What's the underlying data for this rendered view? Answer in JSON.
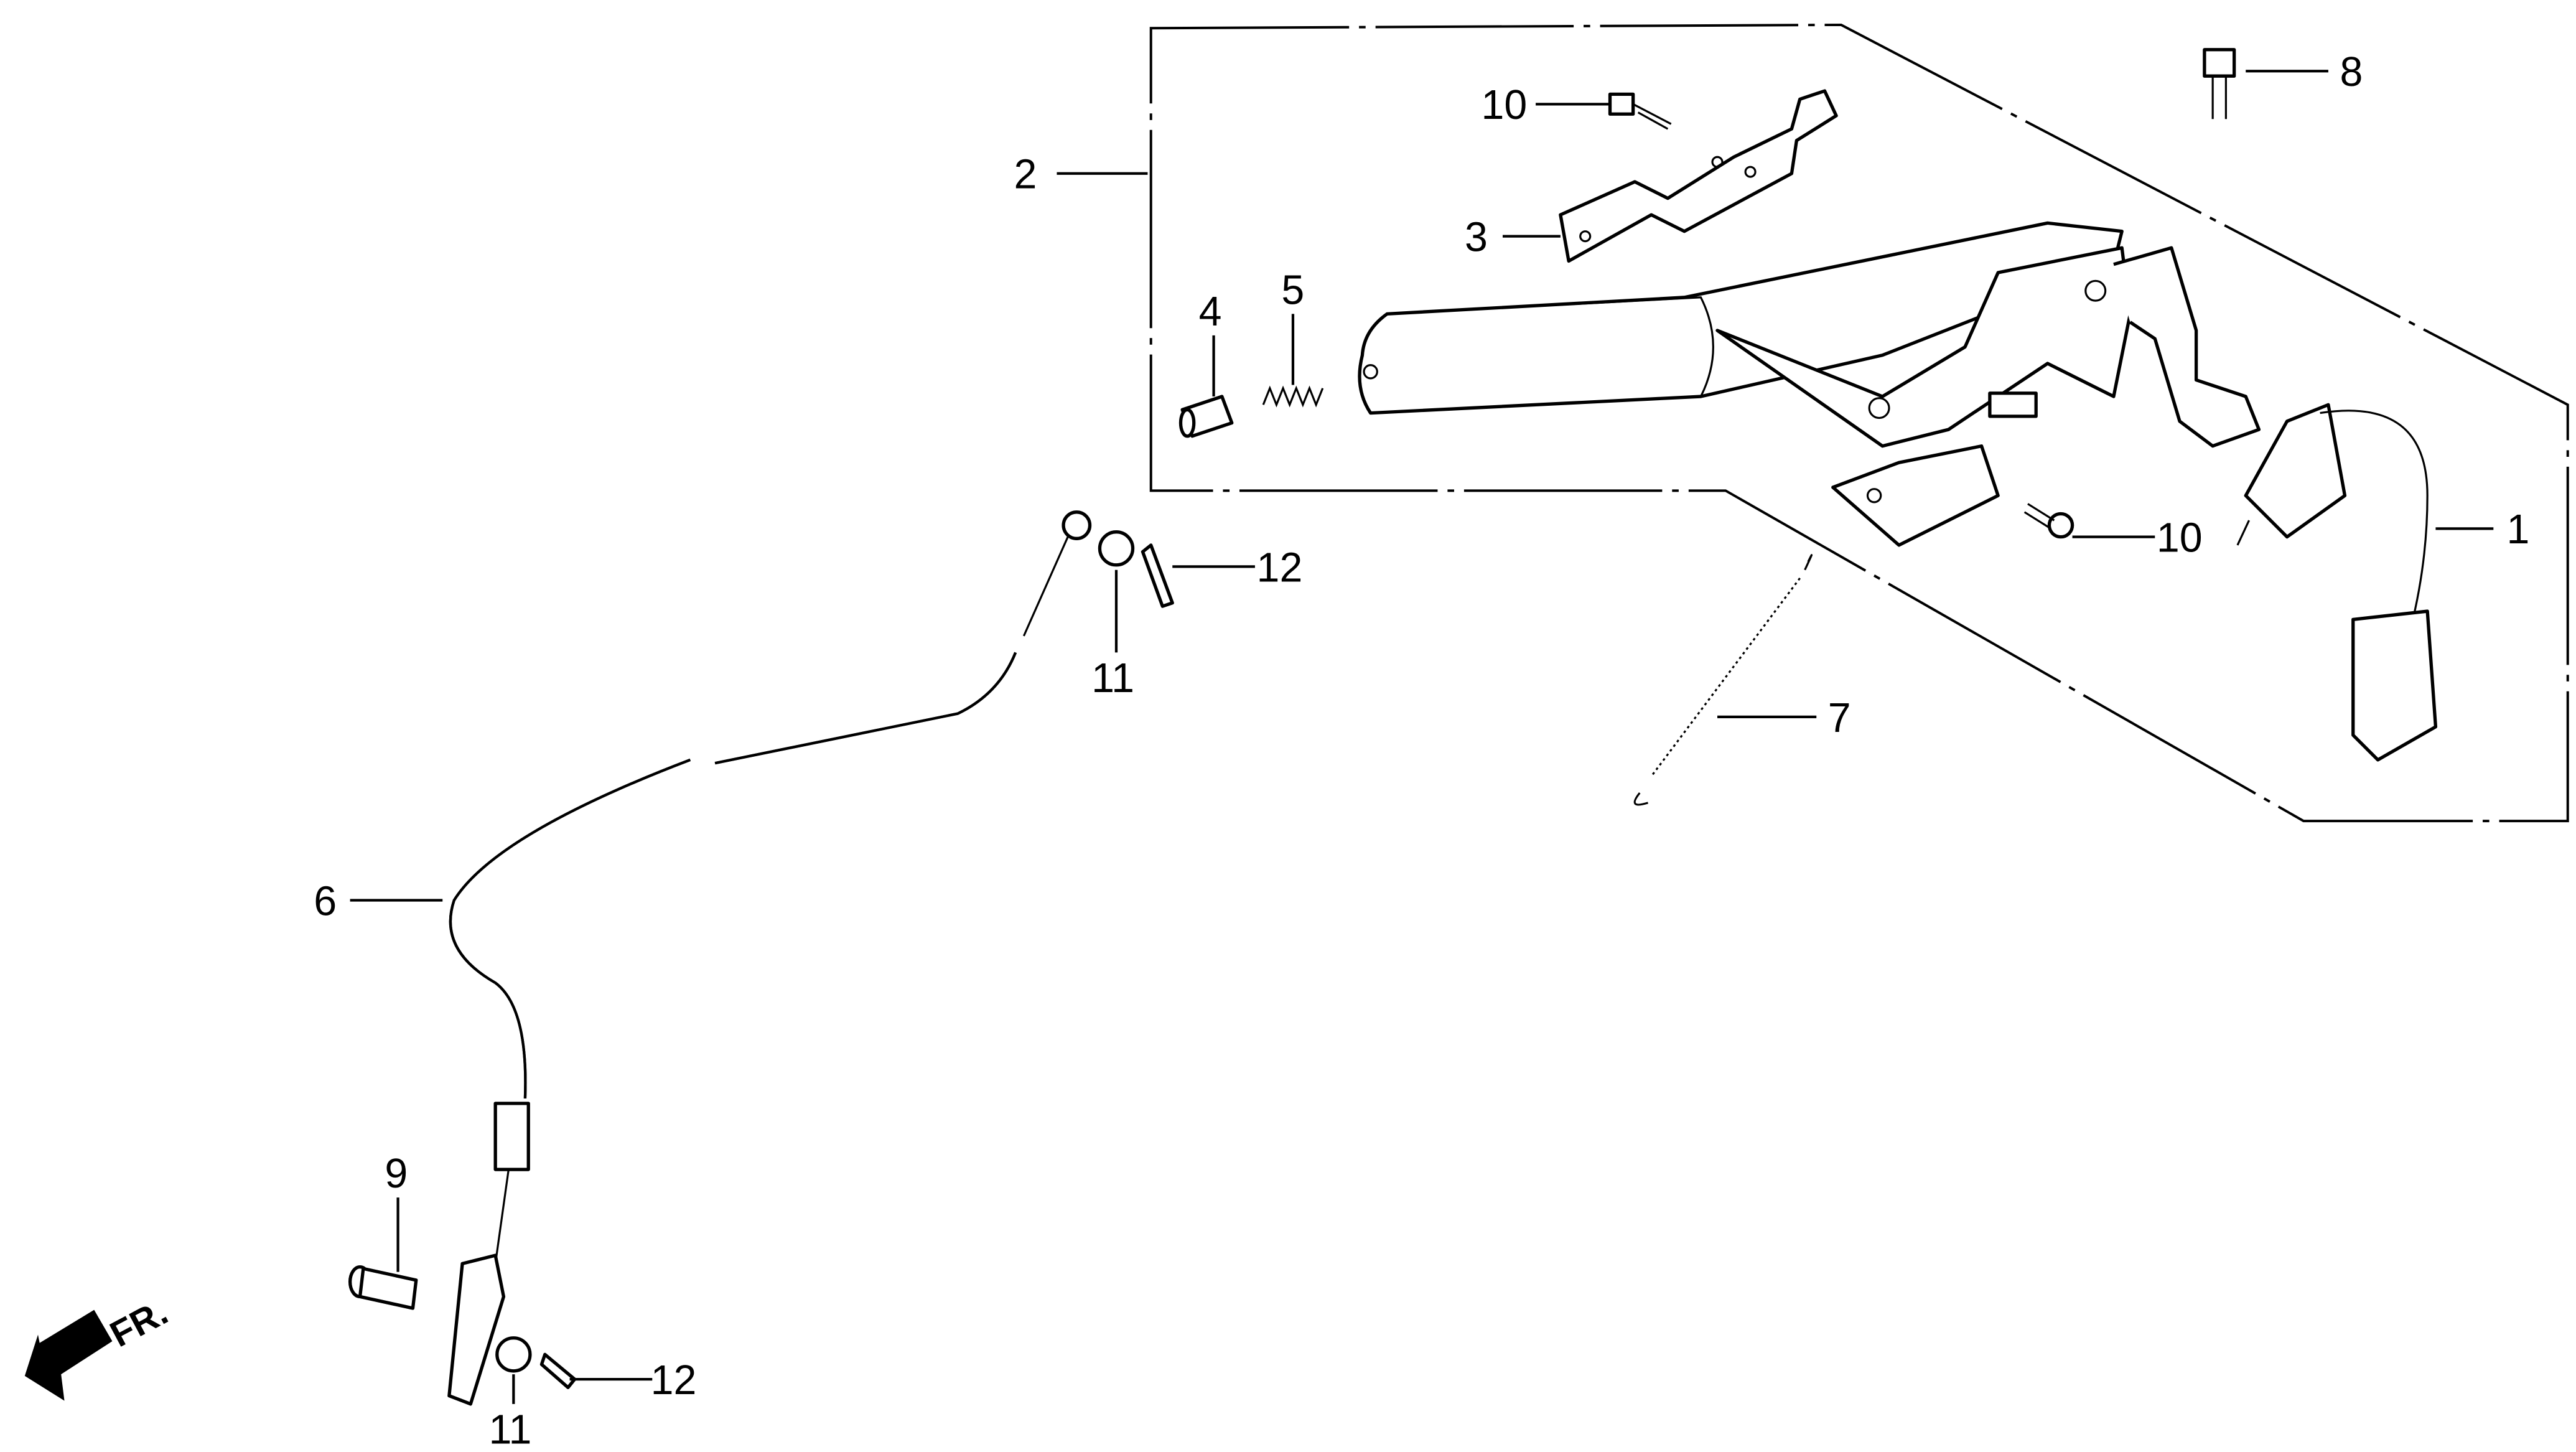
{
  "diagram": {
    "callouts": [
      "1",
      "2",
      "3",
      "4",
      "5",
      "6",
      "7",
      "8",
      "9",
      "10",
      "10",
      "11",
      "12",
      "11",
      "12"
    ],
    "direction_label": "FR."
  }
}
